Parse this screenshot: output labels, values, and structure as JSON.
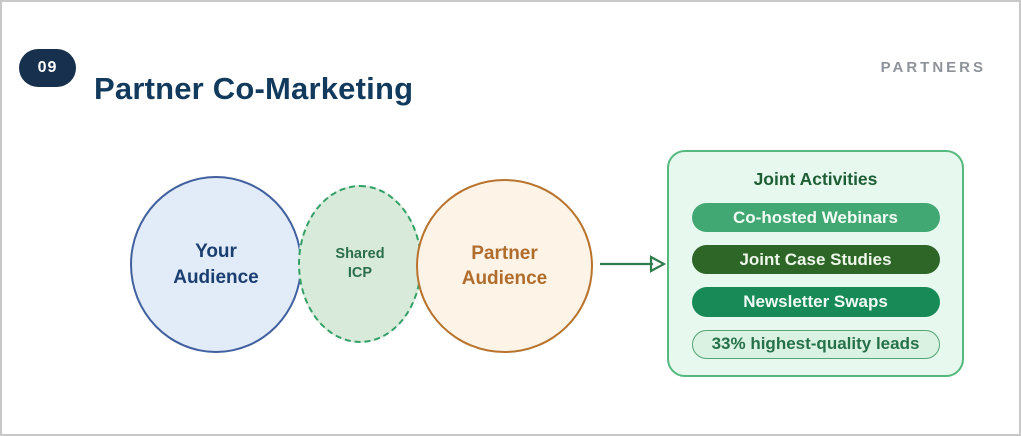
{
  "header": {
    "badge": "09",
    "title": "Partner Co-Marketing",
    "tag": "PARTNERS"
  },
  "diagram": {
    "circles": [
      {
        "id": "your-audience",
        "label": "Your Audience"
      },
      {
        "id": "shared-icp",
        "label": "Shared ICP"
      },
      {
        "id": "partner-audience",
        "label": "Partner Audience"
      }
    ],
    "arrow_icon": "arrow-right"
  },
  "panel": {
    "title": "Joint Activities",
    "pills": [
      {
        "id": "co-hosted-webinars",
        "label": "Co-hosted Webinars"
      },
      {
        "id": "joint-case-studies",
        "label": "Joint Case Studies"
      },
      {
        "id": "newsletter-swaps",
        "label": "Newsletter Swaps"
      },
      {
        "id": "leads-stat",
        "label": "33% highest-quality leads"
      }
    ]
  },
  "colors": {
    "page_bg": "#ffffff",
    "page_border": "#c8c8c8",
    "badge_bg": "#16304d",
    "badge_text": "#ffffff",
    "title_text": "#113a5c",
    "tag_text": "#8e9399",
    "circle_your_bg": "#e2ebf8",
    "circle_your_border": "#41609f",
    "circle_your_text": "#1b3f70",
    "circle_shared_bg": "#d8ebdb",
    "circle_shared_border": "#32a065",
    "circle_shared_text": "#2c6e4c",
    "circle_partner_bg": "#fdf3e6",
    "circle_partner_border": "#b8732d",
    "circle_partner_text": "#b06d2c",
    "arrow": "#2f7d4e",
    "panel_bg": "#e7f8ee",
    "panel_border": "#55b97e",
    "panel_title_text": "#1d5e35",
    "pill_webinars_bg": "#41a873",
    "pill_webinars_text": "#f2fcf5",
    "pill_case_bg": "#2d6627",
    "pill_case_text": "#eef7ea",
    "pill_newsletter_bg": "#178a58",
    "pill_newsletter_text": "#f0faf4",
    "pill_leads_bg": "#daf2e2",
    "pill_leads_border": "#56a376",
    "pill_leads_text": "#27714a"
  }
}
